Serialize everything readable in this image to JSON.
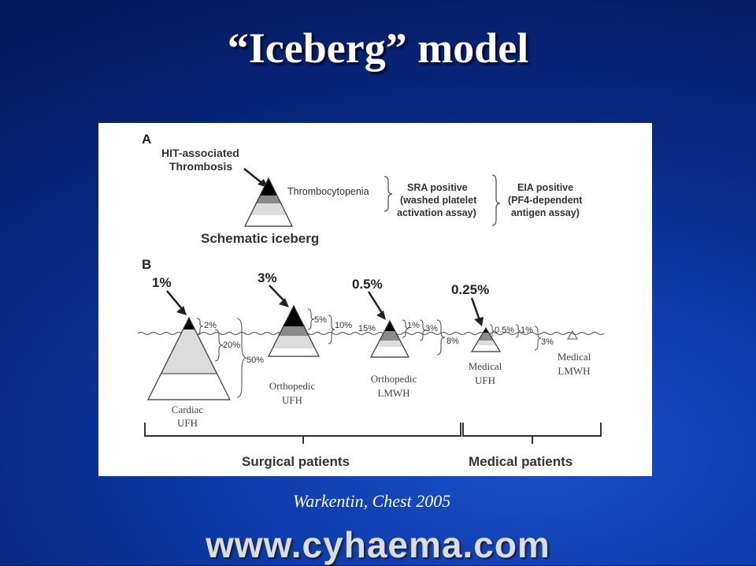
{
  "slide": {
    "title": "“Iceberg” model",
    "citation": "Warkentin, Chest 2005",
    "website": "www.cyhaema.com"
  },
  "panel_a": {
    "label": "A",
    "hit_label_line1": "HIT-associated",
    "hit_label_line2": "Thrombosis",
    "thrombocytopenia": "Thrombocytopenia",
    "sra_line1": "SRA positive",
    "sra_line2": "(washed platelet",
    "sra_line3": "activation assay)",
    "eia_line1": "EIA positive",
    "eia_line2": "(PF4-dependent",
    "eia_line3": "antigen assay)",
    "schematic": "Schematic iceberg"
  },
  "panel_b": {
    "label": "B",
    "icebergs": [
      {
        "top_pct": "1%",
        "name_line1": "Cardiac",
        "name_line2": "UFH",
        "pcts": [
          "2%",
          "20%",
          "50%"
        ]
      },
      {
        "top_pct": "3%",
        "name_line1": "Orthopedic",
        "name_line2": "UFH",
        "pcts": [
          "5%",
          "10%"
        ]
      },
      {
        "top_pct": "0.5%",
        "name_line1": "Orthopedic",
        "name_line2": "LMWH",
        "pcts": [
          "15%",
          "1%",
          "3%",
          "8%"
        ]
      },
      {
        "top_pct": "0.25%",
        "name_line1": "Medical",
        "name_line2": "UFH",
        "pcts": [
          "0.5%",
          "1%",
          "3%"
        ]
      },
      {
        "top_pct": "",
        "name_line1": "Medical",
        "name_line2": "LMWH",
        "pcts": []
      }
    ],
    "group_surgical": "Surgical patients",
    "group_medical": "Medical patients"
  },
  "colors": {
    "black_tip": "#000000",
    "dark_gray": "#8a8a8a",
    "mid_gray": "#b8b8b8",
    "light_gray": "#dcdcdc",
    "line": "#333333"
  }
}
